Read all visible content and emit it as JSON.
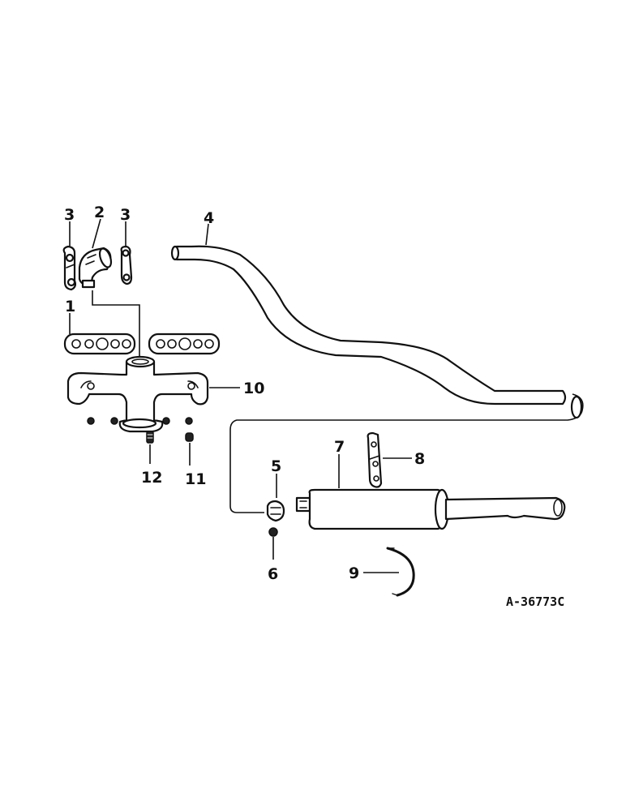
{
  "figure_id": "A-36773C",
  "callouts": [
    {
      "id": "1",
      "label": "1"
    },
    {
      "id": "2",
      "label": "2"
    },
    {
      "id": "3a",
      "label": "3"
    },
    {
      "id": "3b",
      "label": "3"
    },
    {
      "id": "4",
      "label": "4"
    },
    {
      "id": "5",
      "label": "5"
    },
    {
      "id": "6",
      "label": "6"
    },
    {
      "id": "7",
      "label": "7"
    },
    {
      "id": "8",
      "label": "8"
    },
    {
      "id": "9",
      "label": "9"
    },
    {
      "id": "10",
      "label": "10"
    },
    {
      "id": "11",
      "label": "11"
    },
    {
      "id": "12",
      "label": "12"
    }
  ]
}
